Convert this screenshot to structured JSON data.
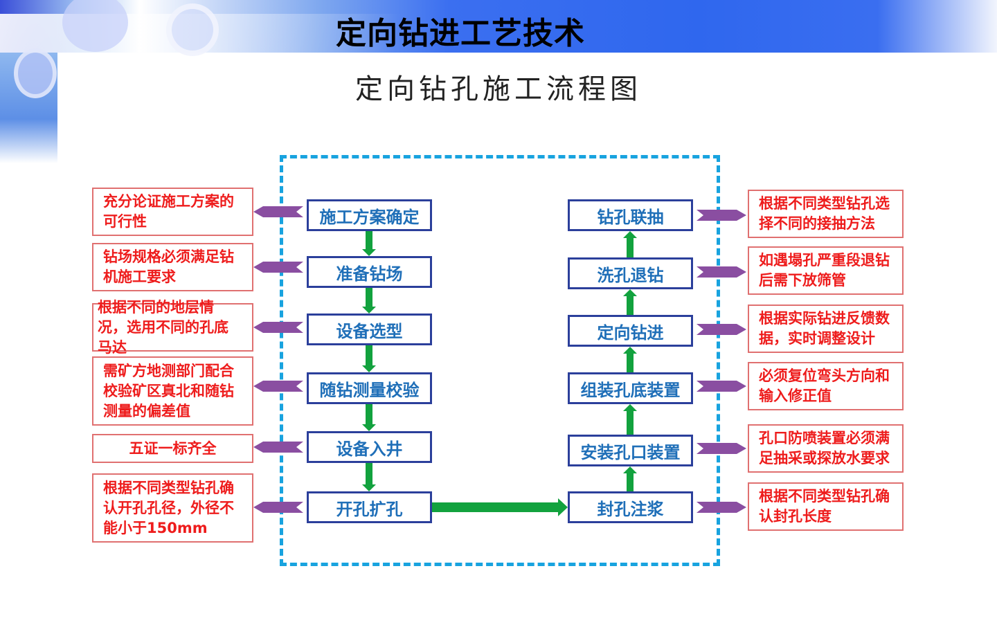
{
  "header": {
    "title": "定向钻进工艺技术",
    "subtitle": "定向钻孔施工流程图"
  },
  "left_column": {
    "steps": [
      {
        "label": "施工方案确定",
        "note": "充分论证施工方案的可行性"
      },
      {
        "label": "准备钻场",
        "note": "钻场规格必须满足钻机施工要求"
      },
      {
        "label": "设备选型",
        "note": "根据不同的地层情况，选用不同的孔底马达"
      },
      {
        "label": "随钻测量校验",
        "note": "需矿方地测部门配合校验矿区真北和随钻测量的偏差值"
      },
      {
        "label": "设备入井",
        "note": "五证一标齐全"
      },
      {
        "label": "开孔扩孔",
        "note": "根据不同类型钻孔确认开孔孔径，外径不能小于150mm"
      }
    ]
  },
  "right_column": {
    "steps": [
      {
        "label": "钻孔联抽",
        "note": "根据不同类型钻孔选择不同的接抽方法"
      },
      {
        "label": "洗孔退钻",
        "note": "如遇塌孔严重段退钻后需下放筛管"
      },
      {
        "label": "定向钻进",
        "note": "根据实际钻进反馈数据，实时调整设计"
      },
      {
        "label": "组装孔底装置",
        "note": "必须复位弯头方向和输入修正值"
      },
      {
        "label": "安装孔口装置",
        "note": "孔口防喷装置必须满足抽采或探放水要求"
      },
      {
        "label": "封孔注浆",
        "note": "根据不同类型钻孔确认封孔长度"
      }
    ]
  },
  "colors": {
    "flow_arrow": "#12a23e",
    "note_arrow": "#8a4ea1",
    "frame": "#18a3df",
    "note_text": "#ee1c1c",
    "step_text": "#1f6fb8",
    "step_border": "#2b3f9b"
  }
}
